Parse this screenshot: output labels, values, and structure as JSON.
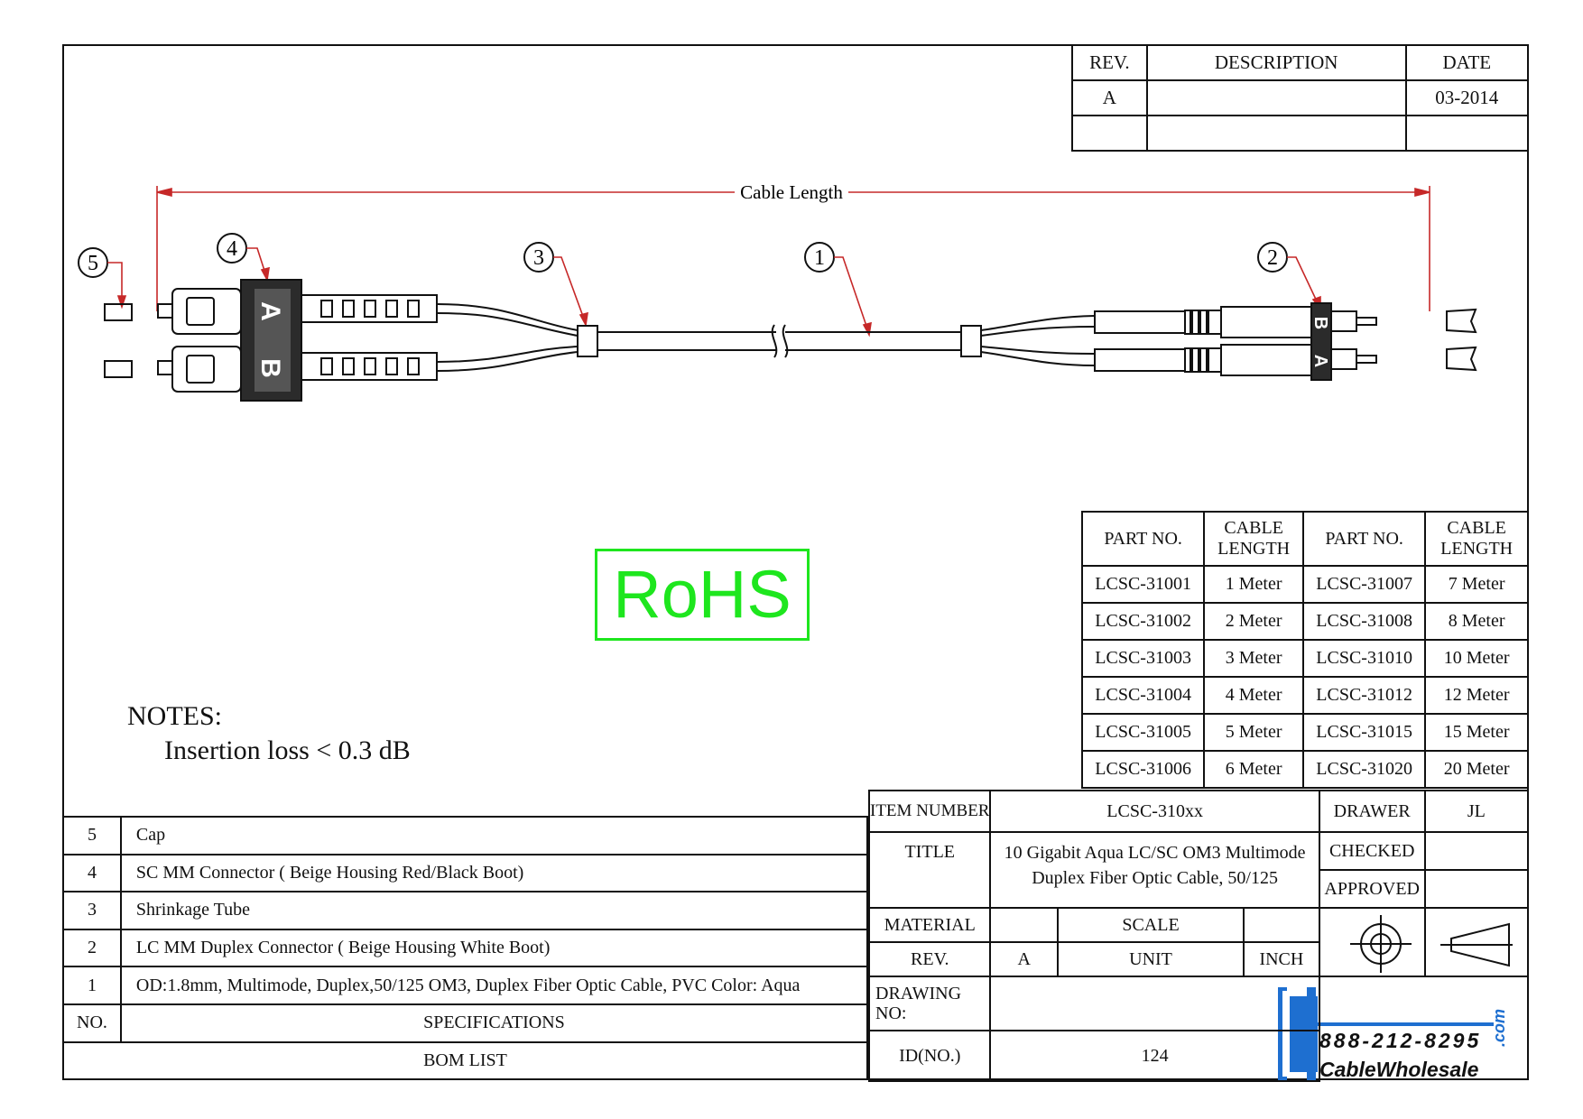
{
  "revision_block": {
    "headers": [
      "REV.",
      "DESCRIPTION",
      "DATE"
    ],
    "rows": [
      [
        "A",
        "",
        "03-2014"
      ],
      [
        "",
        "",
        ""
      ]
    ]
  },
  "diagram": {
    "dimension_label": "Cable Length",
    "callouts": [
      "5",
      "4",
      "3",
      "1",
      "2"
    ],
    "sc_labels": [
      "A",
      "B"
    ],
    "lc_labels": [
      "B",
      "A"
    ]
  },
  "rohs": "RoHS",
  "notes": {
    "heading": "NOTES:",
    "text": "Insertion loss  < 0.3 dB"
  },
  "parts_table": {
    "headers": [
      "PART NO.",
      "CABLE LENGTH",
      "PART NO.",
      "CABLE LENGTH"
    ],
    "rows": [
      [
        "LCSC-31001",
        "1 Meter",
        "LCSC-31007",
        "7 Meter"
      ],
      [
        "LCSC-31002",
        "2 Meter",
        "LCSC-31008",
        "8 Meter"
      ],
      [
        "LCSC-31003",
        "3 Meter",
        "LCSC-31010",
        "10 Meter"
      ],
      [
        "LCSC-31004",
        "4 Meter",
        "LCSC-31012",
        "12 Meter"
      ],
      [
        "LCSC-31005",
        "5 Meter",
        "LCSC-31015",
        "15 Meter"
      ],
      [
        "LCSC-31006",
        "6 Meter",
        "LCSC-31020",
        "20 Meter"
      ]
    ]
  },
  "bom": {
    "rows": [
      [
        "5",
        "Cap"
      ],
      [
        "4",
        "SC MM Connector ( Beige Housing Red/Black Boot)"
      ],
      [
        "3",
        "Shrinkage Tube"
      ],
      [
        "2",
        "LC MM Duplex Connector ( Beige Housing White Boot)"
      ],
      [
        "1",
        "OD:1.8mm, Multimode, Duplex,50/125 OM3, Duplex Fiber Optic Cable, PVC Color: Aqua"
      ]
    ],
    "no_label": "NO.",
    "spec_label": "SPECIFICATIONS",
    "footer": "BOM LIST"
  },
  "title_block": {
    "item_number_label": "ITEM NUMBER",
    "item_number": "LCSC-310xx",
    "drawer_label": "DRAWER",
    "drawer": "JL",
    "title_label": "TITLE",
    "title_line1": "10 Gigabit Aqua LC/SC OM3 Multimode",
    "title_line2": "Duplex Fiber Optic Cable, 50/125",
    "checked_label": "CHECKED",
    "approved_label": "APPROVED",
    "material_label": "MATERIAL",
    "scale_label": "SCALE",
    "rev_label": "REV.",
    "rev": "A",
    "unit_label": "UNIT",
    "unit": "INCH",
    "drawing_no_label": "DRAWING NO:",
    "id_label": "ID(NO.)",
    "id": "124"
  },
  "logo": {
    "phone": "888-212-8295",
    "name": "CableWholesale",
    "suffix": ".com"
  }
}
